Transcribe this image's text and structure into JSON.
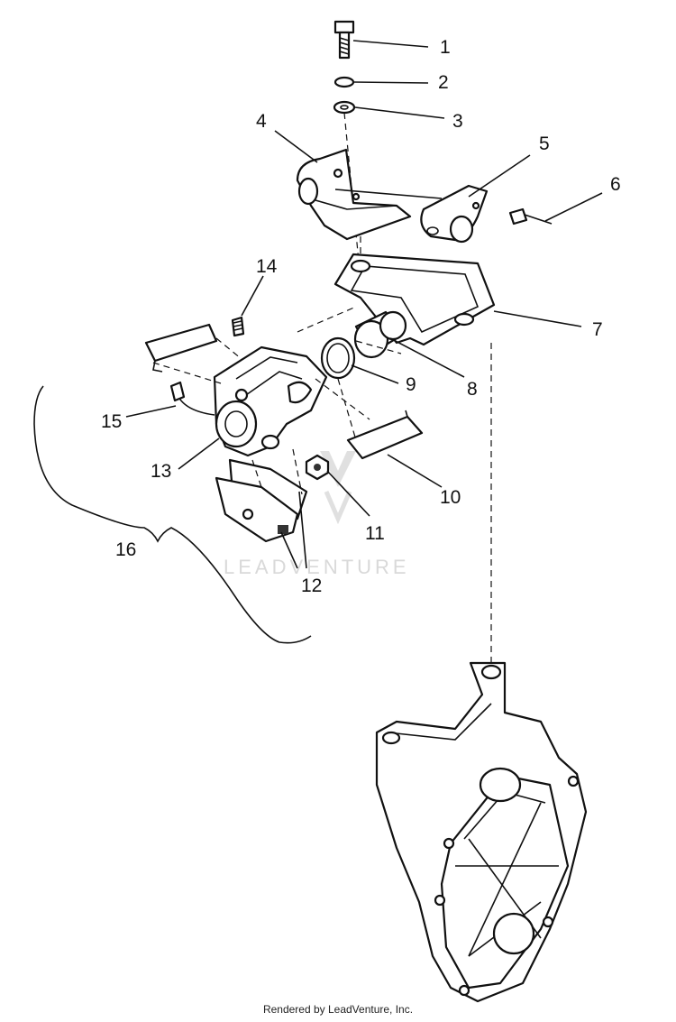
{
  "callouts": [
    {
      "id": "1",
      "text": "1"
    },
    {
      "id": "2",
      "text": "2"
    },
    {
      "id": "3",
      "text": "3"
    },
    {
      "id": "4",
      "text": "4"
    },
    {
      "id": "5",
      "text": "5"
    },
    {
      "id": "6",
      "text": "6"
    },
    {
      "id": "7",
      "text": "7"
    },
    {
      "id": "8",
      "text": "8"
    },
    {
      "id": "9",
      "text": "9"
    },
    {
      "id": "10",
      "text": "10"
    },
    {
      "id": "11",
      "text": "11"
    },
    {
      "id": "12",
      "text": "12"
    },
    {
      "id": "13",
      "text": "13"
    },
    {
      "id": "14",
      "text": "14"
    },
    {
      "id": "15",
      "text": "15"
    },
    {
      "id": "16",
      "text": "16"
    }
  ],
  "watermark": {
    "text": "LEADVENTURE"
  },
  "footer": {
    "text": "Rendered by LeadVenture, Inc."
  }
}
